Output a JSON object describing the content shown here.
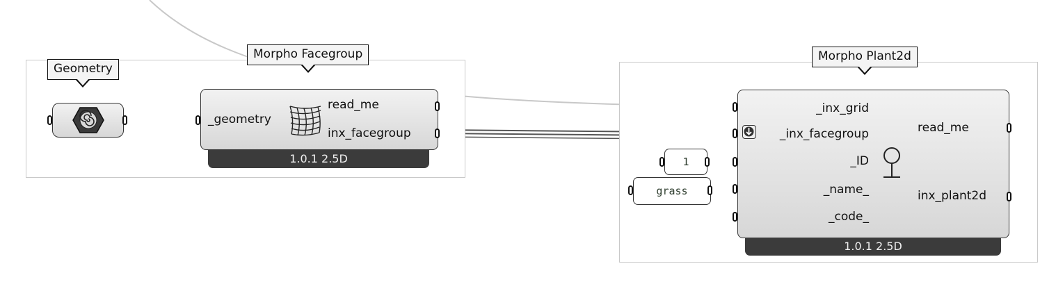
{
  "geometry_param": {
    "label": "Geometry",
    "icon": "spiral-hexagon-icon"
  },
  "facegroup": {
    "group_label": "Morpho Facegroup",
    "inputs": [
      "_geometry"
    ],
    "outputs": [
      "read_me",
      "inx_facegroup"
    ],
    "icon": "facegroup-grid-icon",
    "version": "1.0.1 2.5D"
  },
  "plant2d": {
    "group_label": "Morpho Plant2d",
    "inputs": [
      "_inx_grid",
      "_inx_facegroup",
      "_ID",
      "_name_",
      "_code_"
    ],
    "outputs": [
      "read_me",
      "inx_plant2d"
    ],
    "icon": "tree-icon",
    "version": "1.0.1 2.5D"
  },
  "panels": {
    "id_value": "1",
    "name_value": "grass"
  },
  "colors": {
    "canvas": "#ffffff",
    "group_border": "#c9c9c9",
    "component_body": "#e0e0e0",
    "footer": "#3b3b3b",
    "wire": "#4a4a4a",
    "faint_wire": "#c8c8c8"
  }
}
